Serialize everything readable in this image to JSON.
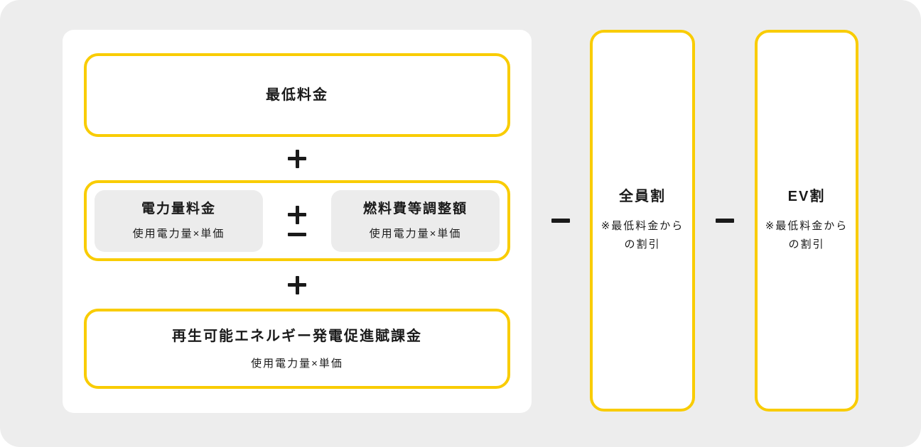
{
  "colors": {
    "canvas_bg": "#EDEDED",
    "card_bg": "#FFFFFF",
    "accent_yellow": "#F9CC00",
    "inner_box_bg": "#ECECEC",
    "text": "#1A1A1A"
  },
  "formula_card": {
    "minimum_charge": {
      "title": "最低料金"
    },
    "energy_row": {
      "energy_charge": {
        "title": "電力量料金",
        "subtitle": "使用電力量×単価"
      },
      "fuel_adjustment": {
        "title": "燃料費等調整額",
        "subtitle": "使用電力量×単価"
      }
    },
    "renewable_levy": {
      "title": "再生可能エネルギー発電促進賦課金",
      "subtitle": "使用電力量×単価"
    }
  },
  "discounts": [
    {
      "title": "全員割",
      "note_lines": [
        "※最低料金から",
        "の割引"
      ]
    },
    {
      "title": "EV割",
      "note_lines": [
        "※最低料金から",
        "の割引"
      ]
    }
  ],
  "operators": {
    "plus": "+",
    "plus_minus": "±",
    "minus": "−"
  }
}
